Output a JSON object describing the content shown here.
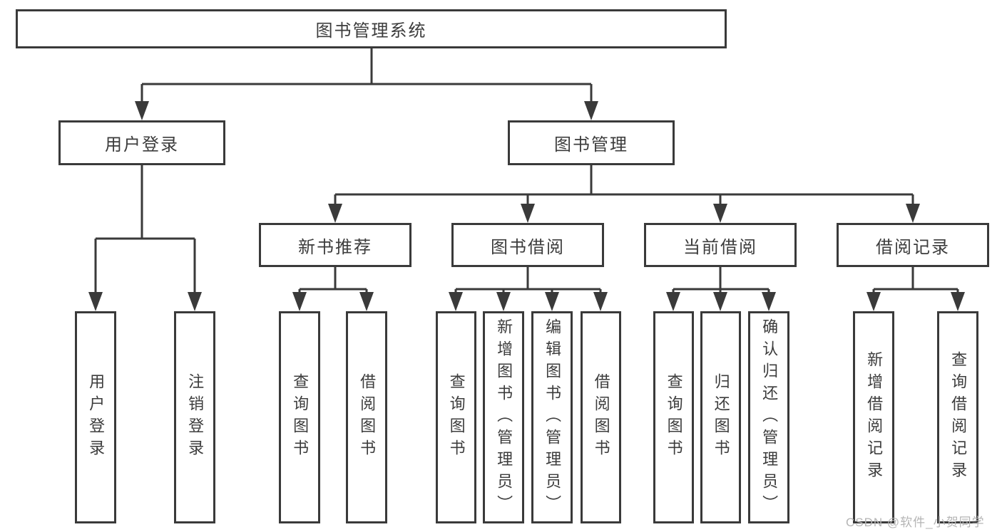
{
  "diagram": {
    "title": "图书管理系统",
    "level1": [
      {
        "label": "用户登录"
      },
      {
        "label": "图书管理"
      }
    ],
    "level2": [
      {
        "label": "新书推荐",
        "parent": "图书管理"
      },
      {
        "label": "图书借阅",
        "parent": "图书管理"
      },
      {
        "label": "当前借阅",
        "parent": "图书管理"
      },
      {
        "label": "借阅记录",
        "parent": "图书管理"
      }
    ],
    "leaves": [
      {
        "label": "用户登录",
        "parent": "用户登录"
      },
      {
        "label": "注销登录",
        "parent": "用户登录"
      },
      {
        "label": "查询图书",
        "parent": "新书推荐"
      },
      {
        "label": "借阅图书",
        "parent": "新书推荐"
      },
      {
        "label": "查询图书",
        "parent": "图书借阅"
      },
      {
        "label": "新增图书（管理员）",
        "parent": "图书借阅"
      },
      {
        "label": "编辑图书（管理员）",
        "parent": "图书借阅"
      },
      {
        "label": "借阅图书",
        "parent": "图书借阅"
      },
      {
        "label": "查询图书",
        "parent": "当前借阅"
      },
      {
        "label": "归还图书",
        "parent": "当前借阅"
      },
      {
        "label": "确认归还（管理员）",
        "parent": "当前借阅"
      },
      {
        "label": "新增借阅记录",
        "parent": "借阅记录"
      },
      {
        "label": "查询借阅记录",
        "parent": "借阅记录"
      }
    ],
    "watermark": "CSDN @软件_小贺同学",
    "colors": {
      "line": "#3a3a3a",
      "text": "#3c3c3c",
      "box_background": "#ffffff",
      "watermark": "#b5b5b5"
    }
  }
}
